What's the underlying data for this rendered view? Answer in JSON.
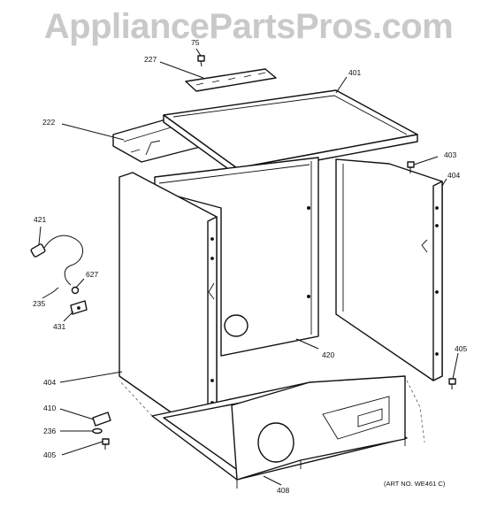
{
  "watermark": "AppliancePartsPros.com",
  "art_number": "(ART NO. WE461 C)",
  "labels": {
    "l75": "75",
    "l227": "227",
    "l401": "401",
    "l222": "222",
    "l403": "403",
    "l404_right": "404",
    "l421": "421",
    "l627": "627",
    "l235": "235",
    "l431": "431",
    "l420": "420",
    "l405_right": "405",
    "l404_left": "404",
    "l410": "410",
    "l236": "236",
    "l405_left": "405",
    "l408": "408"
  }
}
